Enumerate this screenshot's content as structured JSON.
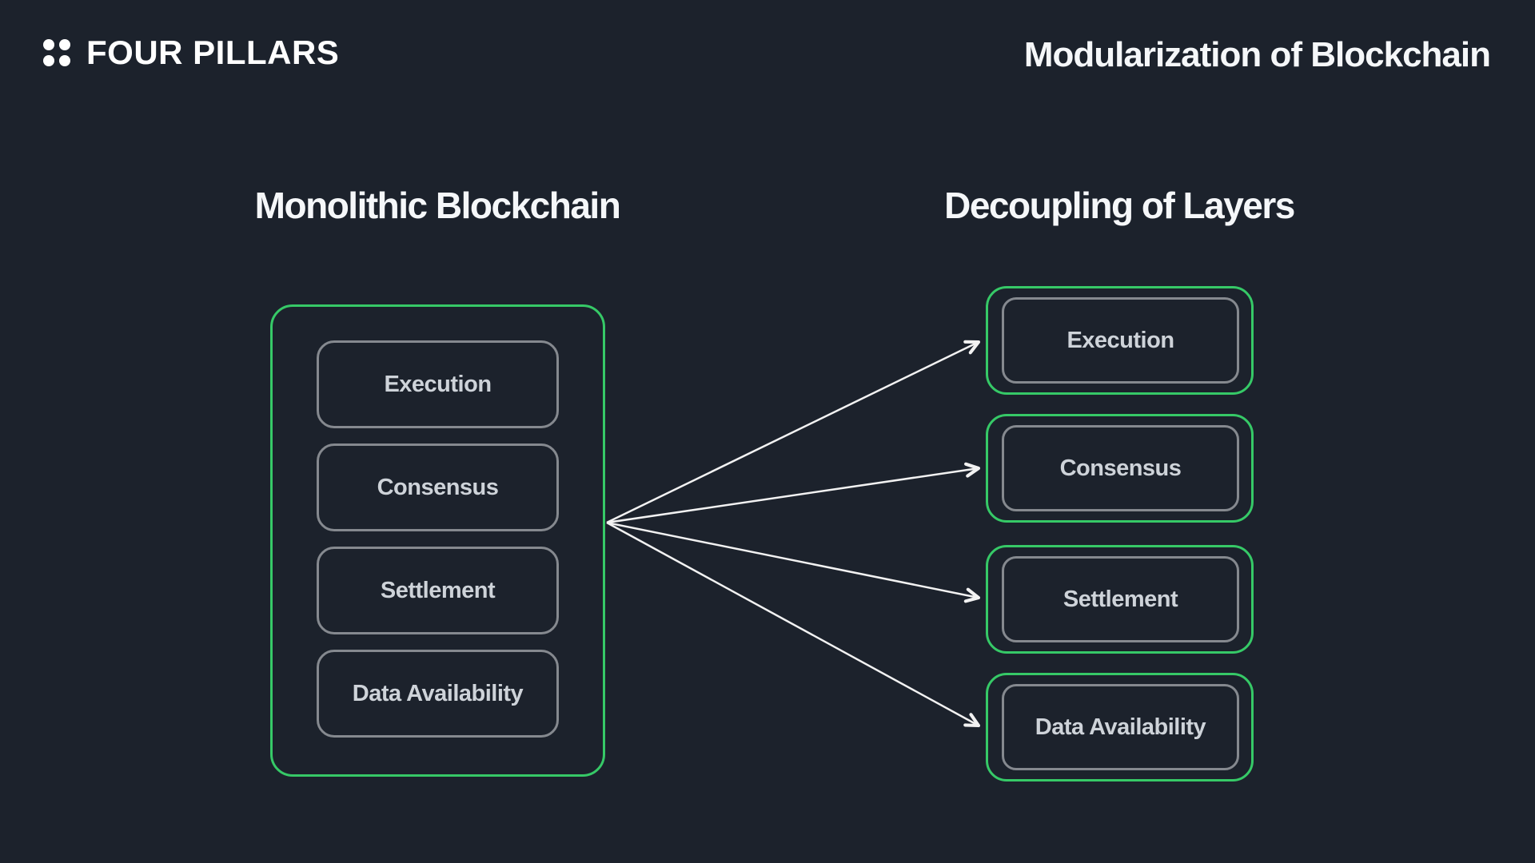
{
  "colors": {
    "background": "#1c222c",
    "accent_green": "#36c967",
    "box_border_gray": "#85898f",
    "heading_text": "#f5f7f9",
    "layer_text": "#ced3d9",
    "arrow": "#f2f2f2"
  },
  "header": {
    "brand": "FOUR PILLARS",
    "title": "Modularization of Blockchain"
  },
  "diagram": {
    "left": {
      "heading": "Monolithic Blockchain",
      "layers": [
        "Execution",
        "Consensus",
        "Settlement",
        "Data Availability"
      ]
    },
    "right": {
      "heading": "Decoupling of Layers",
      "layers": [
        "Execution",
        "Consensus",
        "Settlement",
        "Data Availability"
      ]
    },
    "connections": [
      {
        "from": "Monolithic Blockchain",
        "to": "Execution"
      },
      {
        "from": "Monolithic Blockchain",
        "to": "Consensus"
      },
      {
        "from": "Monolithic Blockchain",
        "to": "Settlement"
      },
      {
        "from": "Monolithic Blockchain",
        "to": "Data Availability"
      }
    ]
  }
}
